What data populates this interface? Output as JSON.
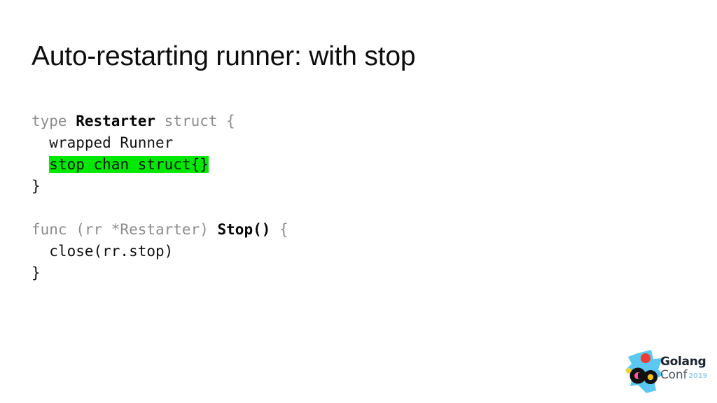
{
  "slide": {
    "title": "Auto-restarting runner: with stop",
    "background_color": "#ffffff"
  },
  "code": {
    "language": "go",
    "highlight_color": "#00e800",
    "keyword_color": "#8c8c8c",
    "text_color": "#111111",
    "lines": [
      {
        "id": "line-type-restarter",
        "text": "type Restarter struct {",
        "tokens": [
          {
            "text": "type ",
            "style": "kw"
          },
          {
            "text": "Restarter",
            "style": "bold"
          },
          {
            "text": " struct {",
            "style": "kw"
          }
        ]
      },
      {
        "id": "line-wrapped-runner",
        "text": "  wrapped Runner",
        "tokens": [
          {
            "text": "  wrapped Runner",
            "style": "plain"
          }
        ]
      },
      {
        "id": "line-stop-chan",
        "text": "  stop chan struct{}",
        "highlighted": true,
        "tokens": [
          {
            "text": "  ",
            "style": "plain"
          },
          {
            "text": "stop chan struct{}",
            "style": "hl"
          }
        ]
      },
      {
        "id": "line-close-brace-1",
        "text": "}",
        "tokens": [
          {
            "text": "}",
            "style": "plain"
          }
        ]
      },
      {
        "id": "line-blank",
        "text": "",
        "tokens": []
      },
      {
        "id": "line-func-stop",
        "text": "func (rr *Restarter) Stop() {",
        "tokens": [
          {
            "text": "func (rr *Restarter) ",
            "style": "kw"
          },
          {
            "text": "Stop()",
            "style": "bold"
          },
          {
            "text": " {",
            "style": "kw"
          }
        ]
      },
      {
        "id": "line-close-rr-stop",
        "text": "  close(rr.stop)",
        "tokens": [
          {
            "text": "  close(rr.stop)",
            "style": "plain"
          }
        ]
      },
      {
        "id": "line-close-brace-2",
        "text": "}",
        "tokens": [
          {
            "text": "}",
            "style": "plain"
          }
        ]
      }
    ]
  },
  "logo": {
    "name": "golangconf-logo",
    "mark_text": "Go",
    "brand": "Golang",
    "event": "Conf",
    "year": "2019",
    "colors": {
      "shape": "#5ac8f0",
      "dot_red": "#ef3b32",
      "dot_yellow": "#f6d32d",
      "g_inner": "#f05a9b",
      "o_inner": "#f6c21c",
      "brand_text": "#1b2430",
      "event_text": "#525a63",
      "year_text": "#9fd2ef"
    }
  }
}
